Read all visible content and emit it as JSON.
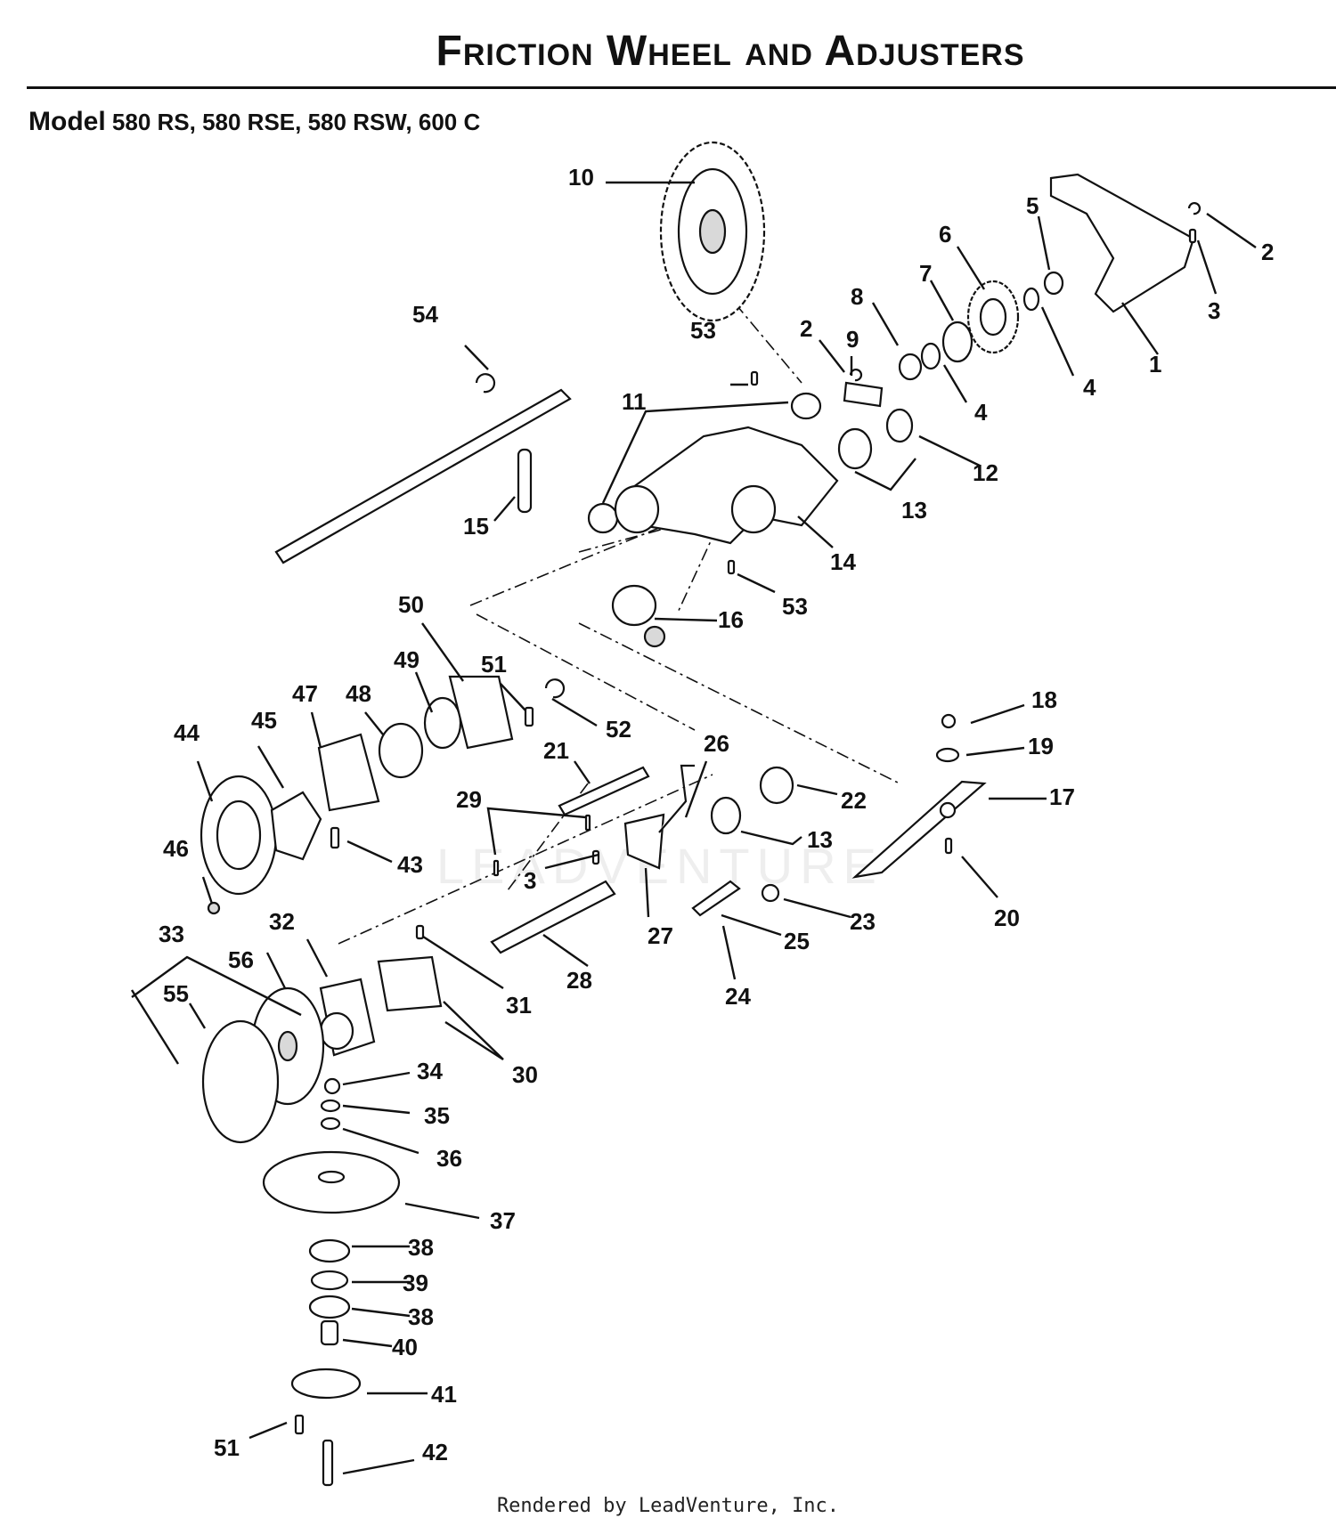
{
  "page": {
    "title": "Friction Wheel and Adjusters",
    "model_label": "Model",
    "model_list": "580 RS, 580 RSE, 580 RSW, 600 C",
    "watermark": "LEADVENTURE",
    "footer": "Rendered by LeadVenture, Inc."
  },
  "callouts": [
    "1",
    "2",
    "2",
    "3",
    "3",
    "4",
    "4",
    "5",
    "6",
    "7",
    "8",
    "9",
    "10",
    "11",
    "12",
    "13",
    "13",
    "14",
    "15",
    "16",
    "17",
    "18",
    "19",
    "20",
    "21",
    "22",
    "23",
    "24",
    "25",
    "26",
    "27",
    "28",
    "29",
    "30",
    "31",
    "32",
    "33",
    "34",
    "35",
    "36",
    "37",
    "38",
    "38",
    "39",
    "40",
    "41",
    "42",
    "43",
    "44",
    "45",
    "46",
    "47",
    "48",
    "49",
    "50",
    "51",
    "51",
    "52",
    "53",
    "53",
    "54",
    "55",
    "56"
  ]
}
